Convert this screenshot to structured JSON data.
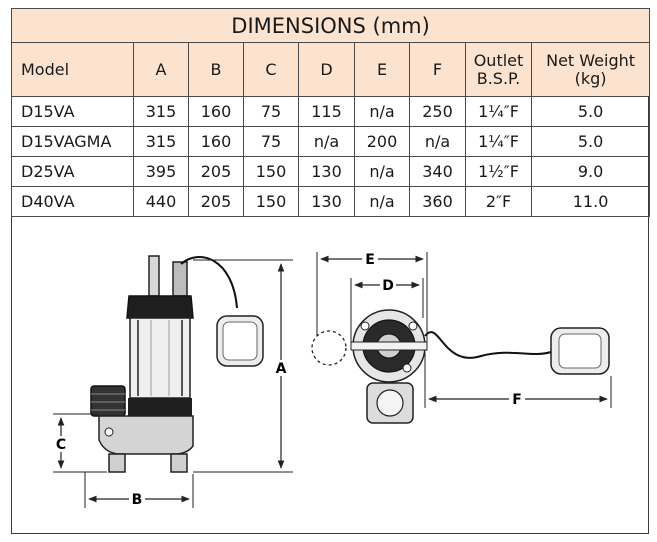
{
  "title": "DIMENSIONS (mm)",
  "columns": [
    "Model",
    "A",
    "B",
    "C",
    "D",
    "E",
    "F",
    "Outlet B.S.P.",
    "Net Weight (kg)"
  ],
  "column_lines": {
    "outlet": [
      "Outlet",
      "B.S.P."
    ],
    "weight": [
      "Net Weight",
      "(kg)"
    ]
  },
  "rows": [
    {
      "model": "D15VA",
      "a": "315",
      "b": "160",
      "c": "75",
      "d": "115",
      "e": "n/a",
      "f": "250",
      "outlet": "1¼″F",
      "weight": "5.0"
    },
    {
      "model": "D15VAGMA",
      "a": "315",
      "b": "160",
      "c": "75",
      "d": "n/a",
      "e": "200",
      "f": "n/a",
      "outlet": "1¼″F",
      "weight": "5.0"
    },
    {
      "model": "D25VA",
      "a": "395",
      "b": "205",
      "c": "150",
      "d": "130",
      "e": "n/a",
      "f": "340",
      "outlet": "1½″F",
      "weight": "9.0"
    },
    {
      "model": "D40VA",
      "a": "440",
      "b": "205",
      "c": "150",
      "d": "130",
      "e": "n/a",
      "f": "360",
      "outlet": "2″F",
      "weight": "11.0"
    }
  ],
  "diagram_labels": {
    "a": "A",
    "b": "B",
    "c": "C",
    "d": "D",
    "e": "E",
    "f": "F"
  },
  "colors": {
    "header_bg": "#fbe3cf",
    "border": "#4a4a4a",
    "line": "#222222"
  }
}
